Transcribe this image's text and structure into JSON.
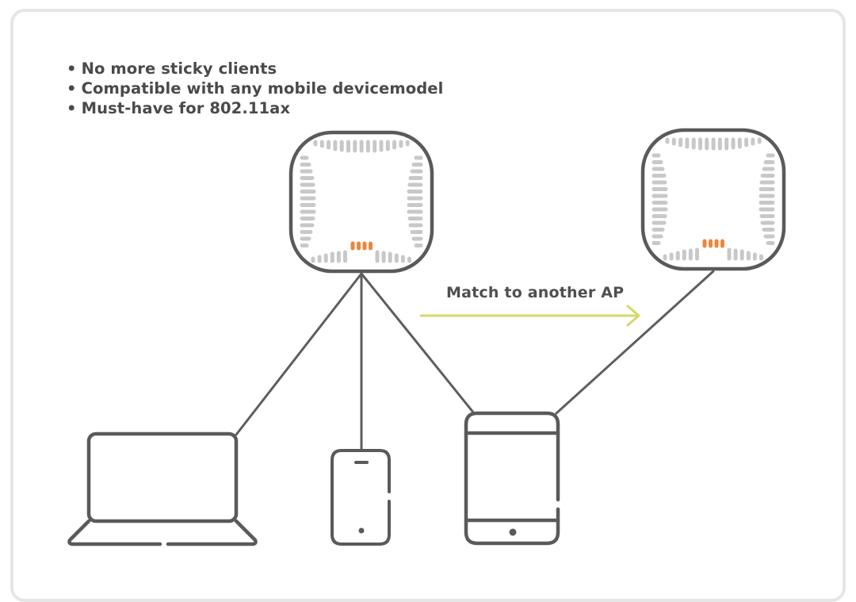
{
  "bullets": [
    "No more sticky clients",
    "Compatible with any mobile devicemodel",
    "Must-have for 802.11ax"
  ],
  "arrow": {
    "label": "Match to another AP",
    "color": "#d4d86a"
  },
  "colors": {
    "frame": "#e6e6e6",
    "device_stroke": "#5a5a5a",
    "vent": "#c8c8c8",
    "led": "#e8883a",
    "text": "#4a4a4a"
  },
  "icons": {
    "access_point": "wireless-access-point-icon",
    "laptop": "laptop-icon",
    "phone": "smartphone-icon",
    "tablet": "tablet-icon"
  }
}
